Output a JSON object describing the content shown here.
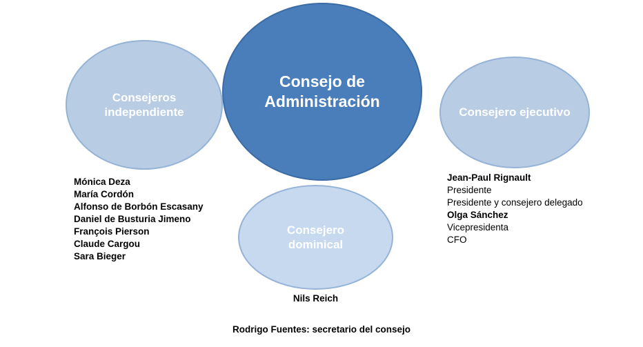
{
  "diagram": {
    "bubbles": {
      "center": {
        "label": "Consejo de\nAdministración",
        "fill": "#4a7ebb",
        "stroke": "#3b6ba5"
      },
      "left": {
        "label": "Consejeros\nindependiente",
        "fill": "#b8cce4",
        "stroke": "#95b3d7"
      },
      "right": {
        "label": "Consejero ejecutivo",
        "fill": "#b8cce4",
        "stroke": "#95b3d7"
      },
      "bottom": {
        "label": "Consejero\ndominical",
        "fill": "#c6d9ef",
        "stroke": "#95b3d7"
      }
    },
    "left_members": [
      "Mónica Deza",
      "María Cordón",
      "Alfonso de Borbón Escasany",
      "Daniel de Busturia Jimeno",
      "François Pierson",
      "Claude Cargou",
      "Sara Bieger"
    ],
    "right_members": [
      {
        "name": "Jean-Paul Rignault",
        "roles": [
          "Presidente",
          "Presidente y consejero delegado"
        ]
      },
      {
        "name": "Olga Sánchez",
        "roles": [
          "Vicepresidenta",
          "CFO"
        ]
      }
    ],
    "bottom_member": "Nils Reich",
    "footer_note": "Rodrigo Fuentes: secretario del consejo"
  }
}
